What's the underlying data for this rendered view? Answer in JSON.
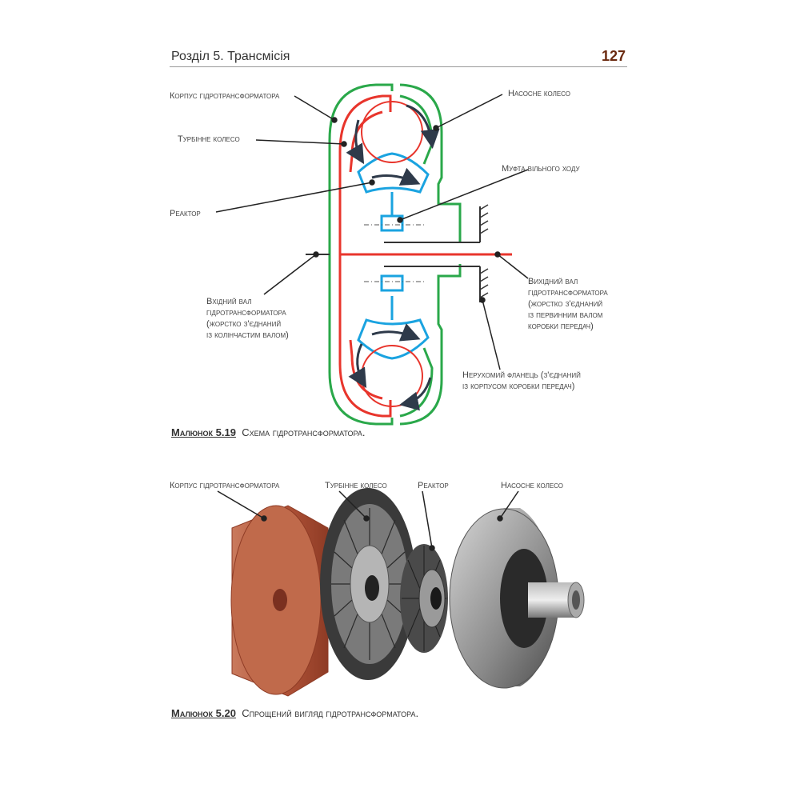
{
  "header": {
    "section": "Розділ 5. Трансмісія",
    "page_number": "127"
  },
  "figure1": {
    "labels": {
      "housing": "Корпус гідротрансформатора",
      "turbine": "Турбінне колесо",
      "reactor": "Реактор",
      "pump": "Насосне колесо",
      "freewheel": "Муфта вільного ходу",
      "input_shaft": "Вхідний вал\nгідротрансформатора\n(жорстко з'єднаний\nіз колінчастим валом)",
      "output_shaft": "Вихідний вал\nгідротрансформатора\n(жорстко з'єднаний\nіз первинним валом\nкоробки передач)",
      "fixed_flange": "Нерухомий фланець (з'єднаний\nіз корпусом коробки передач)"
    },
    "caption_number": "Малюнок 5.19",
    "caption_text": "Схема гідротрансформатора.",
    "colors": {
      "housing": "#2aa84a",
      "turbine": "#e8352c",
      "reactor": "#1aa3e0",
      "flow_arrow": "#2e3a4a"
    }
  },
  "figure2": {
    "labels": {
      "housing": "Корпус гідротрансформатора",
      "turbine": "Турбінне колесо",
      "reactor": "Реактор",
      "pump": "Насосне колесо"
    },
    "caption_number": "Малюнок 5.20",
    "caption_text": "Спрощений вигляд гідротрансформатора.",
    "colors": {
      "housing": "#b5563a",
      "metal": "#9a9a9a"
    }
  }
}
